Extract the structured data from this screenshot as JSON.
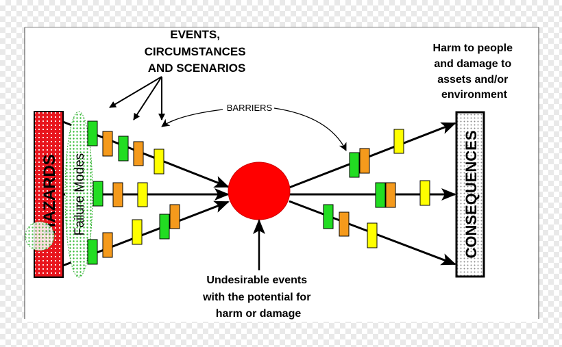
{
  "events_label": [
    "EVENTS,",
    "CIRCUMSTANCES",
    "AND SCENARIOS"
  ],
  "harm_label": [
    "Harm to people",
    "and damage to",
    "assets and/or",
    "environment"
  ],
  "barriers_label": "BARRIERS",
  "undesirable_label": [
    "Undesirable events",
    "with the potential for",
    "harm or damage"
  ],
  "hazards_label": "HAZARDS",
  "failure_modes_label": "Failure Modes",
  "consequences_label": "CONSEQUENCES",
  "colors": {
    "hazard_red": "#e8141c",
    "top_event_red": "#ff0000",
    "barrier_green": "#22dd22",
    "barrier_orange": "#f59a1c",
    "barrier_yellow": "#ffff00",
    "failure_green": "#33bb33"
  }
}
